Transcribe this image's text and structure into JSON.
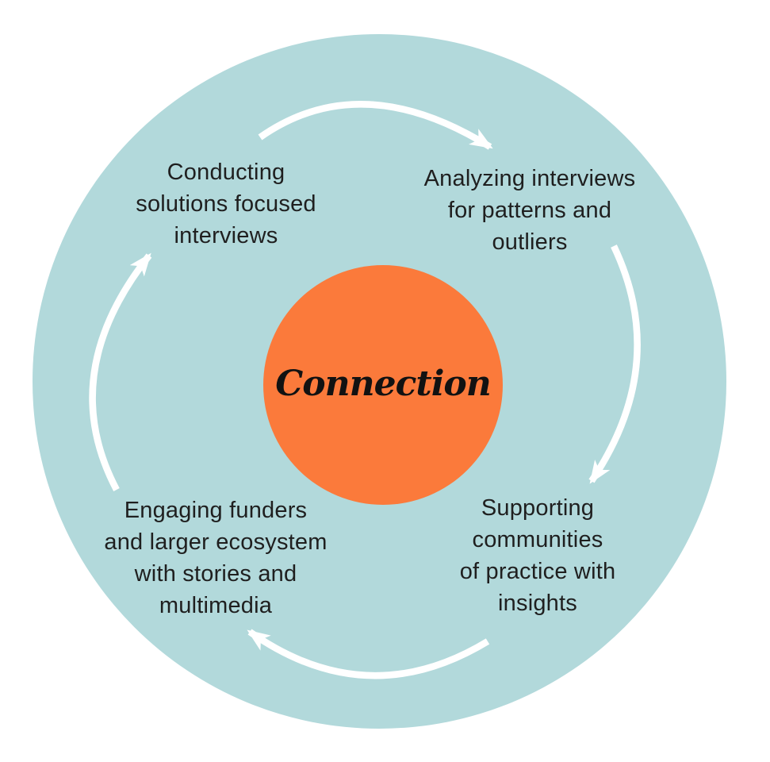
{
  "theme": {
    "page_bg": "#ffffff",
    "outer_circle": "#b2d9db",
    "inner_circle": "#fb7a3b",
    "arrow": "#ffffff",
    "label_text": "#1f1f1f",
    "center_text": "#121212"
  },
  "diagram": {
    "type": "cycle",
    "direction": "clockwise",
    "center": {
      "label": "Connection"
    },
    "steps": [
      {
        "position": "top-left",
        "label": "Conducting\nsolutions focused\ninterviews"
      },
      {
        "position": "top-right",
        "label": "Analyzing interviews\nfor patterns and\noutliers"
      },
      {
        "position": "bottom-right",
        "label": "Supporting\ncommunities\nof practice with\ninsights"
      },
      {
        "position": "bottom-left",
        "label": "Engaging funders\nand larger ecosystem\nwith stories and\nmultimedia"
      }
    ],
    "arrows": [
      {
        "name": "top",
        "from": "top-left",
        "to": "top-right"
      },
      {
        "name": "right",
        "from": "top-right",
        "to": "bottom-right"
      },
      {
        "name": "bottom",
        "from": "bottom-right",
        "to": "bottom-left"
      },
      {
        "name": "left",
        "from": "bottom-left",
        "to": "top-left"
      }
    ]
  }
}
